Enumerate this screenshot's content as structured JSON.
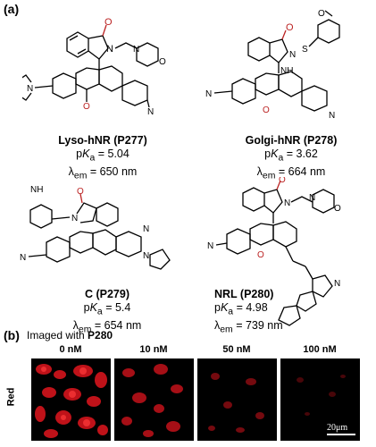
{
  "panel_a": {
    "label": "(a)",
    "molecules": [
      {
        "name": "Lyso-hNR (P277)",
        "pka": "5.04",
        "lambda": "650 nm"
      },
      {
        "name": "Golgi-hNR (P278)",
        "pka": "3.62",
        "lambda": "664 nm"
      },
      {
        "name": "C (P279)",
        "pka": "5.4",
        "lambda": "654 nm"
      },
      {
        "name": "NRL (P280)",
        "pka": "4.98",
        "lambda": "739 nm"
      }
    ],
    "atoms": {
      "O": "O",
      "N": "N",
      "NH": "NH",
      "NH2": "NH",
      "S": "S"
    }
  },
  "panel_b": {
    "label": "(b)",
    "imaged_with_prefix": "Imaged with ",
    "imaged_with_probe": "P280",
    "row_label": "Red",
    "concentrations": [
      "0 nM",
      "10 nM",
      "50 nM",
      "100 nM"
    ],
    "scale_bar": "20μm"
  }
}
